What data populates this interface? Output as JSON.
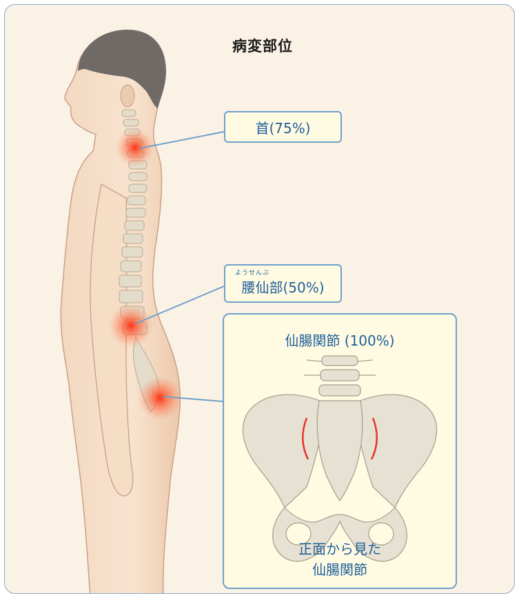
{
  "title": "病変部位",
  "callouts": {
    "neck": "首(75%)",
    "lumbar_ruby": "ようせんぶ",
    "lumbar": "腰仙部(50%)",
    "sacroiliac": "仙腸関節 (100%)"
  },
  "panel_caption": [
    "正面から見た",
    "仙腸関節"
  ],
  "colors": {
    "border": "#6d9fca",
    "label_text": "#1f5f99",
    "callout_bg": "#fffbe3",
    "background": "#fbf2e6",
    "highlight": "#e8342b"
  }
}
